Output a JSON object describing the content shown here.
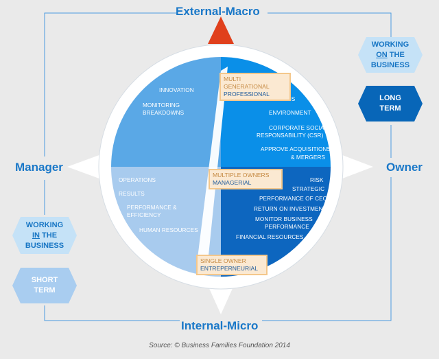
{
  "axes": {
    "top": "External-Macro",
    "bottom": "Internal-Micro",
    "left": "Manager",
    "right": "Owner"
  },
  "hexagons": {
    "working_on": {
      "line1": "WORKING",
      "line2_pre": "",
      "line2_em": "ON",
      "line2_post": " THE",
      "line3": "BUSINESS"
    },
    "long_term": {
      "line1": "LONG",
      "line2": "TERM"
    },
    "working_in": {
      "line1": "WORKING",
      "line2_pre": "",
      "line2_em": "IN",
      "line2_post": " THE",
      "line3": "BUSINESS"
    },
    "short_term": {
      "line1": "SHORT",
      "line2": "TERM"
    }
  },
  "segments": {
    "top_left": [
      "INNOVATION",
      "MONITORING",
      "BREAKDOWNS"
    ],
    "top_right": [
      "TRENDS",
      "ENVIRONMENT",
      "CORPORATE SOCIAL",
      "RESPONSABILITY (CSR)",
      "APPROVE ACQUISITIONS",
      "& MERGERS"
    ],
    "bottom_left": [
      "OPERATIONS",
      "RESULTS",
      "PERFORMANCE &",
      "EFFICIENCY",
      "HUMAN RESOURCES"
    ],
    "bottom_right": [
      "RISK",
      "STRATEGIC",
      "PERFORMANCE OF CEO",
      "RETURN ON INVESTMENT",
      "MONITOR BUSINESS",
      "PERFORMANCE",
      "FINANCIAL RESOURCES"
    ]
  },
  "tags": {
    "multi_gen": {
      "line1": "MULTI GENERATIONAL",
      "line2": "PROFESSIONAL"
    },
    "multiple_owners": {
      "line1": "MULTIPLE OWNERS",
      "line2": "MANAGERIAL"
    },
    "single_owner": {
      "line1": "SINGLE OWNER",
      "line2": "ENTREPERNEURIAL"
    }
  },
  "source": "Source: © Business Families Foundation 2014",
  "colors": {
    "axis_blue": "#1a78c8",
    "q_top_left": "#5aa8e6",
    "q_top_right": "#0a8fe8",
    "q_bottom_left": "#a8cbee",
    "q_bottom_right": "#0d66bf",
    "arrow_red": "#e0401c",
    "hex_light": "#c5e2f7",
    "hex_dark": "#0866b8"
  }
}
